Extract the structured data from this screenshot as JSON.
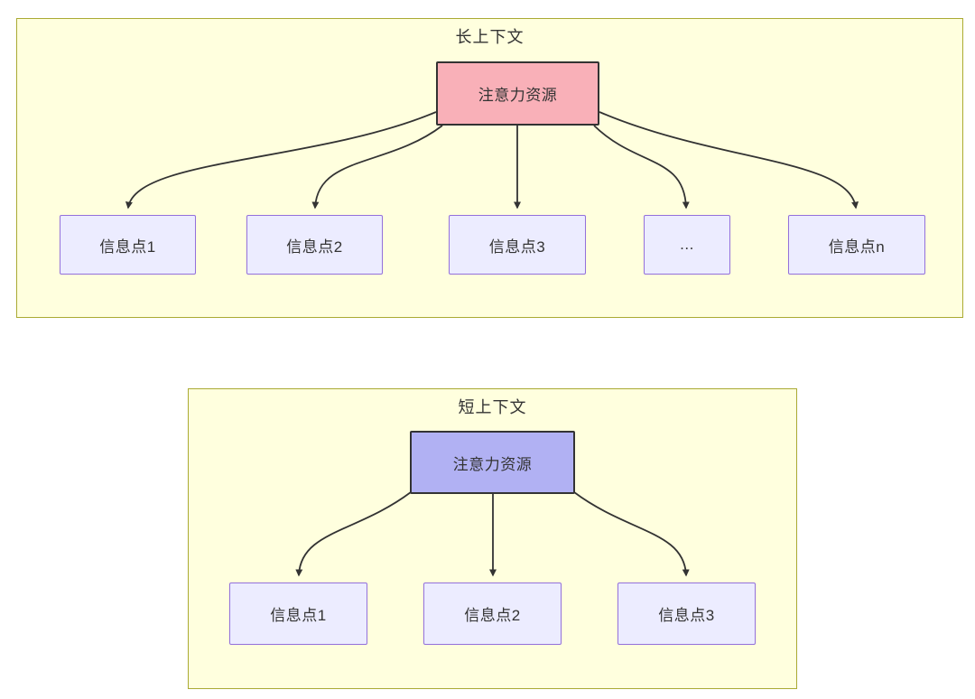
{
  "diagram": {
    "type": "flowchart",
    "clusters": [
      {
        "title": "长上下文",
        "attention_node": {
          "label": "注意力资源"
        },
        "info_nodes": [
          {
            "label": "信息点1"
          },
          {
            "label": "信息点2"
          },
          {
            "label": "信息点3"
          },
          {
            "label": "..."
          },
          {
            "label": "信息点n"
          }
        ]
      },
      {
        "title": "短上下文",
        "attention_node": {
          "label": "注意力资源"
        },
        "info_nodes": [
          {
            "label": "信息点1"
          },
          {
            "label": "信息点2"
          },
          {
            "label": "信息点3"
          }
        ]
      }
    ],
    "colors": {
      "cluster_fill": "#ffffde",
      "cluster_border": "#aaaa33",
      "info_fill": "#ececff",
      "info_border": "#9370db",
      "attention_long_fill": "#f9b0b8",
      "attention_short_fill": "#b1b1f3",
      "attention_border": "#333333",
      "edge": "#333333",
      "text": "#333333"
    }
  }
}
